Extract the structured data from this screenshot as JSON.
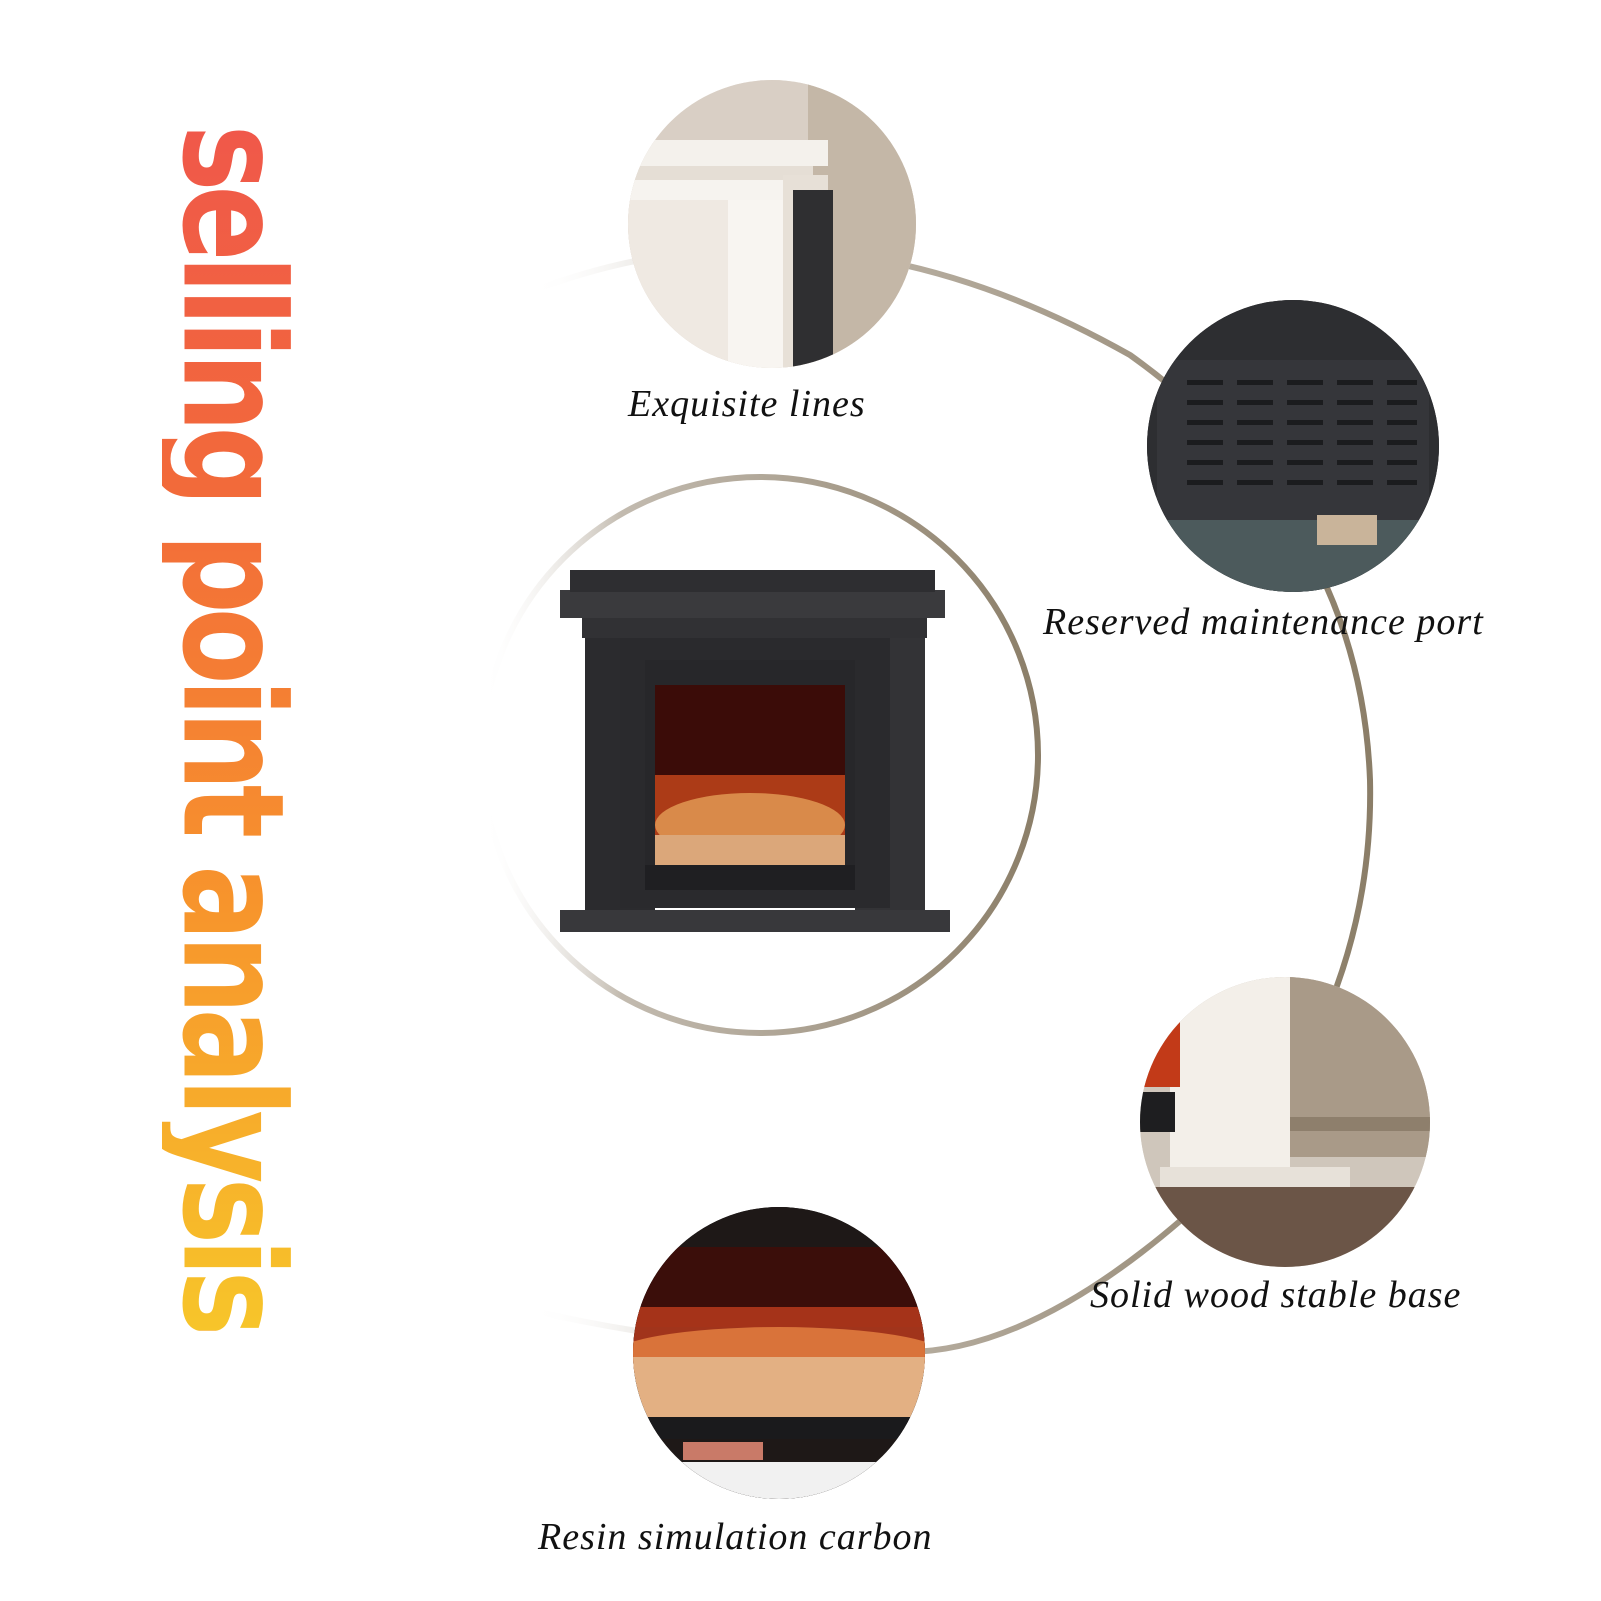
{
  "headline": "selling point analysis",
  "captions": {
    "lines": "Exquisite lines",
    "port": "Reserved maintenance port",
    "base": "Solid wood stable base",
    "resin": "Resin simulation carbon"
  },
  "colors": {
    "arc": "#9a8d7a",
    "gradient_start": "#f0584a",
    "gradient_end": "#f7c52a",
    "fireplace": "#2b2b2d"
  }
}
